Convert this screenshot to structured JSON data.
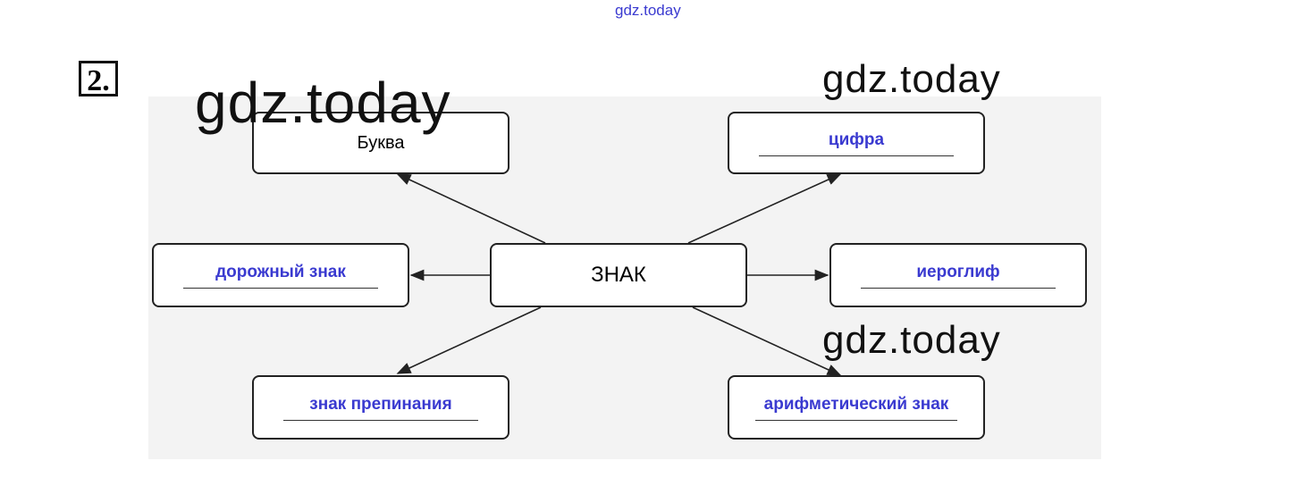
{
  "header": {
    "watermark": "gdz.today",
    "task_number": "2."
  },
  "diagram": {
    "center": "ЗНАК",
    "nodes": [
      {
        "label": "Буква",
        "is_answer": false
      },
      {
        "label": "цифра",
        "is_answer": true
      },
      {
        "label": "дорожный знак",
        "is_answer": true
      },
      {
        "label": "иероглиф",
        "is_answer": true
      },
      {
        "label": "знак препинания",
        "is_answer": true
      },
      {
        "label": "арифметический знак",
        "is_answer": true
      }
    ]
  },
  "watermarks": [
    "gdz.today",
    "gdz.today",
    "gdz.today"
  ],
  "colors": {
    "answer": "#3a3ad0",
    "panel": "#f3f3f3"
  }
}
